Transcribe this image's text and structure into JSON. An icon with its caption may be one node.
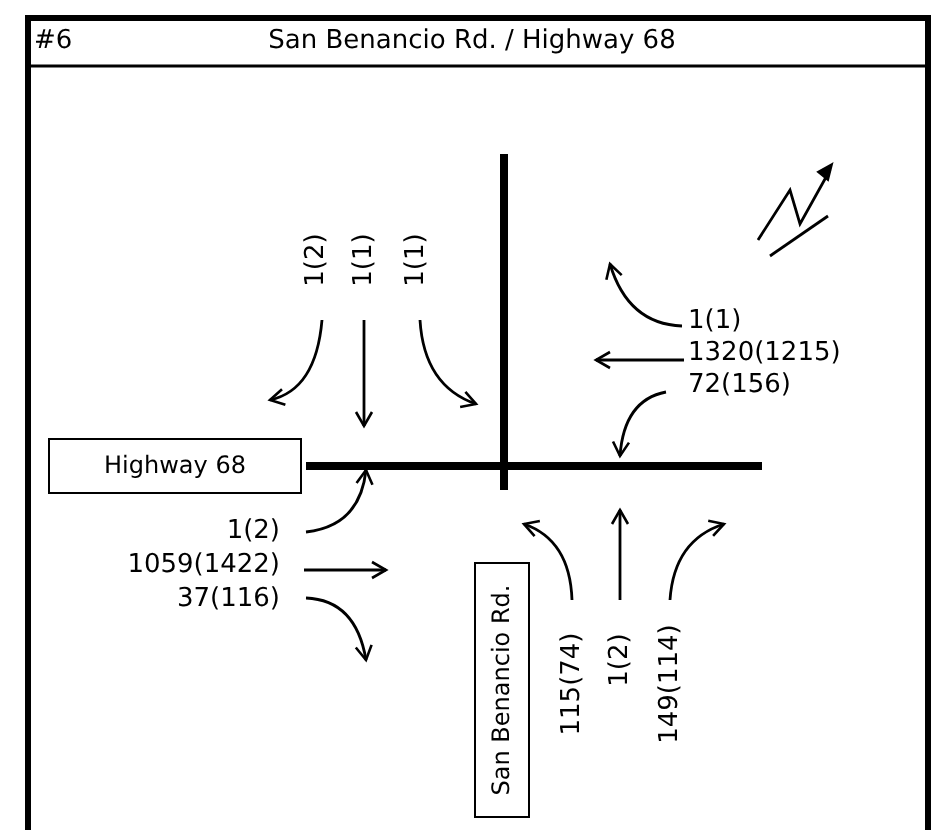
{
  "diagram": {
    "title": "San Benancio Rd. / Highway 68",
    "nodes": [
      {
        "text": [
          "Highway 68"
        ]
      },
      {
        "text": [
          "San Benancio Rd."
        ]
      }
    ],
    "edges": [],
    "labels": [
      "#6",
      "1(2)",
      "1(1)",
      "1(1)",
      "1(1)",
      "1320(1215)",
      "72(156)",
      "1(2)",
      "1059(1422)",
      "37(116)",
      "115(74)",
      "1(2)",
      "149(114)"
    ]
  }
}
